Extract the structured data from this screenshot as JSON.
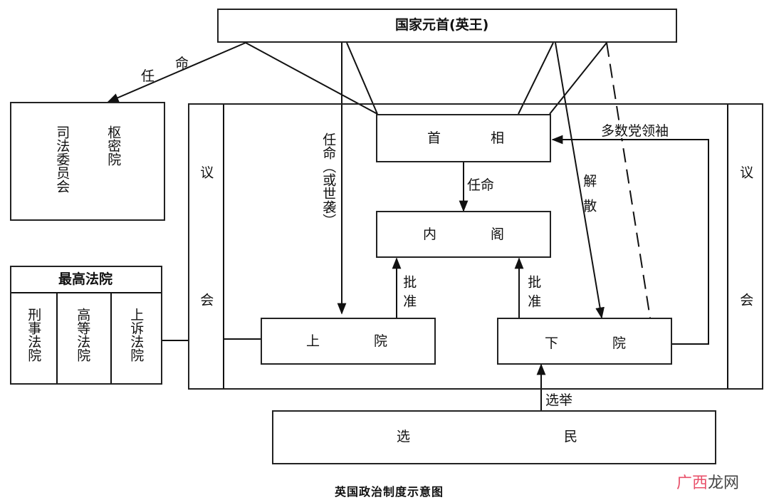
{
  "nodes": {
    "monarch": "国家元首(英王)",
    "privy_council": "枢密院",
    "judicial_committee": "司法委员会",
    "pm": "首 相",
    "cabinet": "内 阁",
    "lords": "上 院",
    "commons": "下 院",
    "voters": "选 民",
    "parliament_left": "议会",
    "parliament_right": "议会",
    "supreme_court": "最高法院",
    "criminal_court": "刑事法院",
    "high_court": "高等法院",
    "appeal_court": "上诉法院"
  },
  "edges": {
    "appoint_privy_1": "任",
    "appoint_privy_2": "命",
    "appoint_lords": "任命（或世袭）",
    "appoint_cabinet": "任命",
    "dissolve": "解散",
    "approve_left": "批准",
    "approve_right": "批准",
    "majority_leader": "多数党领袖",
    "elect": "选举"
  },
  "caption": "英国政治制度示意图",
  "watermark": {
    "part1": "广西",
    "part2": "龙网"
  }
}
